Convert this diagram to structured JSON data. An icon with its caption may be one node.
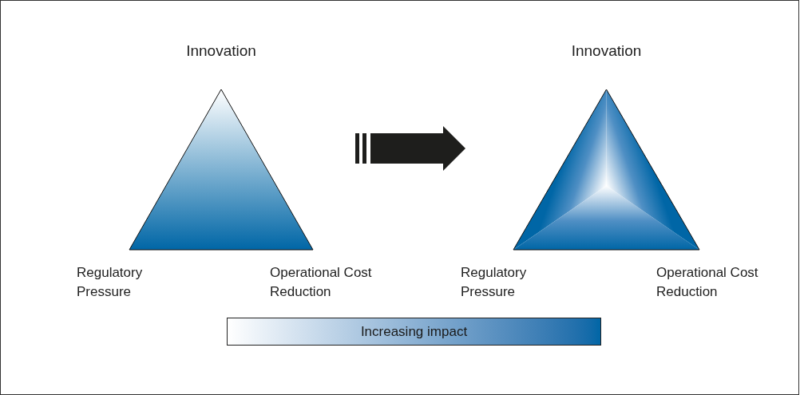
{
  "diagram": {
    "nodes": [
      {
        "text": [],
        "shape": "triangle",
        "beside": [
          "Innovation",
          "Regulatory Pressure",
          "Operational Cost Reduction"
        ]
      },
      {
        "text": [],
        "shape": "triangle",
        "beside": [
          "Innovation",
          "Regulatory Pressure",
          "Operational Cost Reduction"
        ]
      },
      {
        "text": [
          "Increasing impact"
        ]
      }
    ],
    "edges": [
      {
        "from": 0,
        "to": 1,
        "arrow": "to",
        "style": "thick"
      }
    ]
  }
}
